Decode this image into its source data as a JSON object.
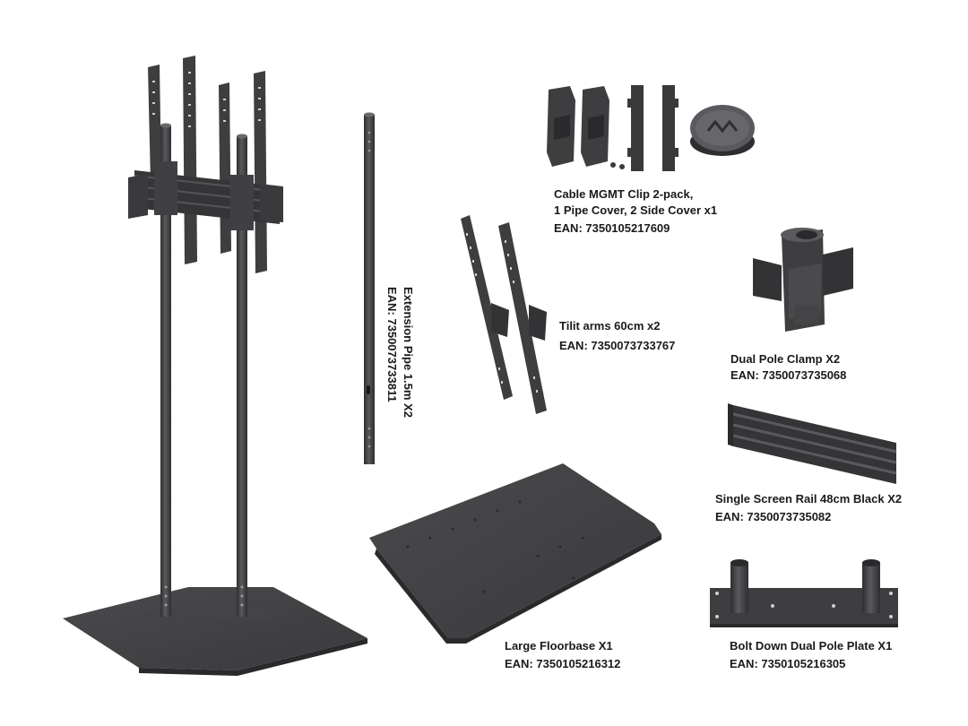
{
  "colors": {
    "metal_dark": "#3c3c3e",
    "metal_mid": "#4a4a4d",
    "metal_light": "#5c5c60",
    "text": "#1a1a1a",
    "background": "#ffffff"
  },
  "items": {
    "cable_clip": {
      "name_line1": "Cable MGMT Clip 2-pack,",
      "name_line2": "1 Pipe Cover, 2 Side Cover x1",
      "ean": "EAN: 7350105217609"
    },
    "extension_pipe": {
      "name": "Extension Pipe 1.5m X2",
      "ean": "EAN: 7350073733811"
    },
    "tilt_arms": {
      "name": "Tilit arms 60cm x2",
      "ean": "EAN: 7350073733767"
    },
    "pole_clamp": {
      "name": "Dual Pole Clamp X2",
      "ean": "EAN: 7350073735068"
    },
    "screen_rail": {
      "name": "Single Screen Rail 48cm Black X2",
      "ean": "EAN: 7350073735082"
    },
    "floorbase": {
      "name": "Large Floorbase X1",
      "ean": "EAN: 7350105216312"
    },
    "pole_plate": {
      "name": "Bolt Down Dual Pole Plate X1",
      "ean": "EAN: 7350105216305"
    }
  }
}
